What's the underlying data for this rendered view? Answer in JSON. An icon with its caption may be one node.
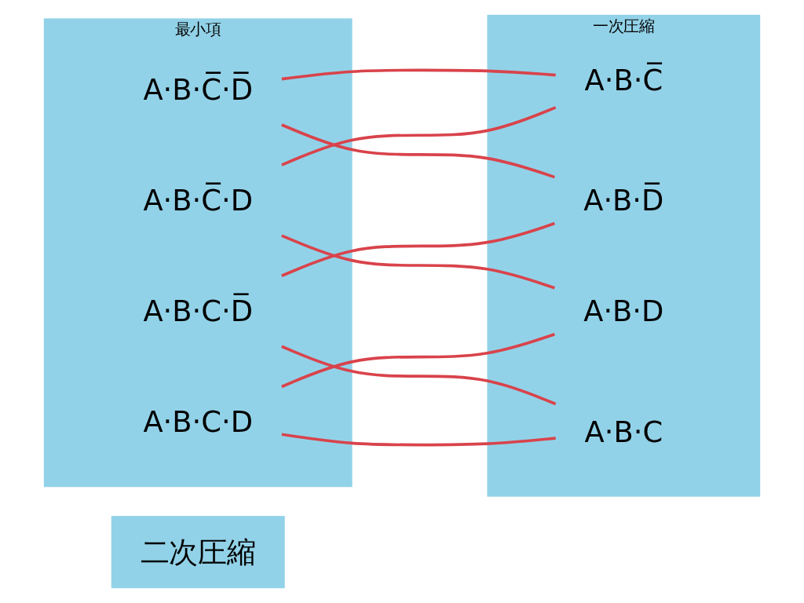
{
  "diagram": {
    "nodes": [
      {
        "text": [
          "最小項"
        ]
      },
      {
        "text": [
          "A·B·C̅·D̅"
        ],
        "in": 0
      },
      {
        "text": [
          "A·B·C̅·D"
        ],
        "in": 0
      },
      {
        "text": [
          "A·B·C·D̅"
        ],
        "in": 0
      },
      {
        "text": [
          "A·B·C·D"
        ],
        "in": 0
      },
      {
        "text": [
          "一次圧縮"
        ]
      },
      {
        "text": [
          "A·B·C̅"
        ],
        "in": 5
      },
      {
        "text": [
          "A·B·D̅"
        ],
        "in": 5
      },
      {
        "text": [
          "A·B·D"
        ],
        "in": 5
      },
      {
        "text": [
          "A·B·C"
        ],
        "in": 5
      },
      {
        "text": [
          "二次圧縮"
        ]
      }
    ],
    "edges": [
      {
        "from": 1,
        "to": 6,
        "arrow": "none",
        "color": "#d9434b"
      },
      {
        "from": 2,
        "to": 6,
        "arrow": "none",
        "color": "#d9434b"
      },
      {
        "from": 1,
        "to": 7,
        "arrow": "none",
        "color": "#d9434b"
      },
      {
        "from": 3,
        "to": 7,
        "arrow": "none",
        "color": "#d9434b"
      },
      {
        "from": 2,
        "to": 8,
        "arrow": "none",
        "color": "#d9434b"
      },
      {
        "from": 4,
        "to": 8,
        "arrow": "none",
        "color": "#d9434b"
      },
      {
        "from": 3,
        "to": 9,
        "arrow": "none",
        "color": "#d9434b"
      },
      {
        "from": 4,
        "to": 9,
        "arrow": "none",
        "color": "#d9434b"
      }
    ]
  }
}
